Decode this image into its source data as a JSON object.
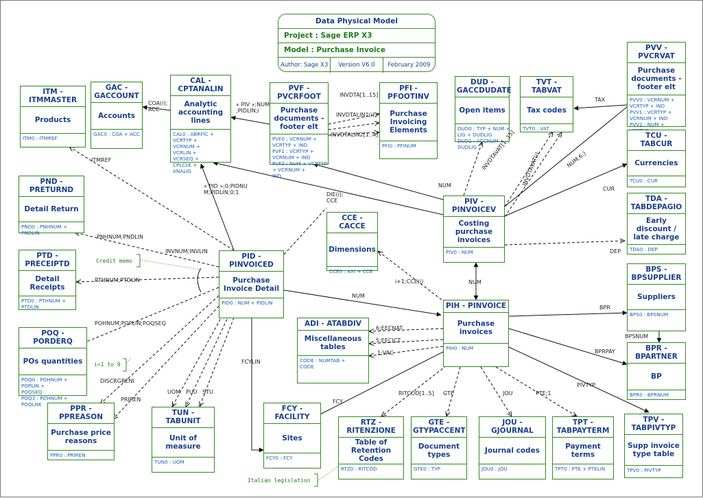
{
  "title": {
    "heading": "Data Physical Model",
    "project": "Project : Sage ERP X3",
    "model": "Model   : Purchase Invoice",
    "author": "Author: Sage X3",
    "version": "Version V6.0",
    "date": "February 2009"
  },
  "entities": {
    "itm": {
      "title": "ITM - ITMMASTER",
      "desc": "Products",
      "keys": [
        "ITM0 : ITMREF"
      ]
    },
    "gac": {
      "title": "GAC - GACCOUNT",
      "desc": "Accounts",
      "keys": [
        "GAC0 : COA + ACC"
      ]
    },
    "cal": {
      "title": "CAL - CPTANALIN",
      "desc": "Analytic accounting lines",
      "keys": [
        "CAL0 : ABRFIC +",
        "VCRTYP +",
        "VCRNUM +",
        "VCRLIN +",
        "VCRSEQ +",
        "CPLCLE +",
        "ANALIG"
      ]
    },
    "pvf": {
      "title": "PVF - PVCRFOOT",
      "desc": "Purchase documents - footer elt",
      "keys": [
        "PVF0 : VCRNUM +",
        "VCRTYP + IND",
        "PVF1 : VCRTYP +",
        "VCRNUM + IND",
        "PVF2 : NUM + VCRTYP",
        "+ VCRNUM +",
        "IND"
      ]
    },
    "pfi": {
      "title": "PFI - PFOOTINV",
      "desc": "Purchase Invoicing Elements",
      "keys": [
        "PFI0 : PFINUM"
      ]
    },
    "dud": {
      "title": "DUD - GACCDUDATE",
      "desc": "Open items",
      "keys": [
        "DUD0 : TYP + NUM +",
        "LIG + DUDLIG",
        "DUD1 : ACCNUM +",
        "DUDLIG"
      ]
    },
    "tvt": {
      "title": "TVT - TABVAT",
      "desc": "Tax codes",
      "keys": [
        "TVT0 : VAT"
      ]
    },
    "pvv": {
      "title": "PVV - PVCRVAT",
      "desc": "Purchase documents - footer elt",
      "keys": [
        "PVV0 : VCRNUM +",
        "VCRTYP + IND",
        "PVV1 : VCRTYP +",
        "VCRNUM + IND",
        "PVV2 : NUM +",
        "VCRTYP +",
        "VCRNUM + IND"
      ]
    },
    "tcu": {
      "title": "TCU - TABCUR",
      "desc": "Currencies",
      "keys": [
        "TCU0 : CUR"
      ]
    },
    "pnd": {
      "title": "PND - PRETURND",
      "desc": "Detail Return",
      "keys": [
        "PND0 : PNHNUM +",
        "PNDLIN"
      ]
    },
    "ptd": {
      "title": "PTD - PRECEIPTD",
      "desc": "Detail Receipts",
      "keys": [
        "PTD0 : PTHNUM +",
        "PTDLIN"
      ]
    },
    "poq": {
      "title": "POQ - PORDERQ",
      "desc": "POs quantities",
      "keys": [
        "POQ0 : POHNUM +",
        "POPLIN +",
        "POQSEQ",
        "POQ3 : POHNUM +",
        "POQLNK"
      ]
    },
    "ppr": {
      "title": "PPR - PPREASON",
      "desc": "Purchase price reasons",
      "keys": [
        "PPR0 : PRIREN"
      ]
    },
    "tun": {
      "title": "TUN - TABUNIT",
      "desc": "Unit of measure",
      "keys": [
        "TUN0 : UOM"
      ]
    },
    "fcy": {
      "title": "FCY - FACILITY",
      "desc": "Sites",
      "keys": [
        "FCY0 : FCY"
      ]
    },
    "rtz": {
      "title": "RTZ - RITENZIONE",
      "desc": "Table of Retention Codes",
      "keys": [
        "RTZ0 : RITCOD"
      ]
    },
    "gte": {
      "title": "GTE - GTYPACCENT",
      "desc": "Document types",
      "keys": [
        "GTE0 : TYP"
      ]
    },
    "jou": {
      "title": "JOU - GJOURNAL",
      "desc": "Journal codes",
      "keys": [
        "JOU0 : JOU"
      ]
    },
    "tpt": {
      "title": "TPT - TABPAYTERM",
      "desc": "Payment terms",
      "keys": [
        "TPT0 : PTE + PTELIN"
      ]
    },
    "tpv": {
      "title": "TPV - TABPIVTYP",
      "desc": "Supp invoice type table",
      "keys": [
        "TPV0 : PIVTYP"
      ]
    },
    "pid": {
      "title": "PID - PINVOICED",
      "desc": "Purchase Invoice Detail",
      "keys": [
        "PID0 : NUM + PIDLIN"
      ]
    },
    "cce": {
      "title": "CCE - CACCE",
      "desc": "Dimensions",
      "keys": [
        "CCE0 : AXI + CCE"
      ]
    },
    "piv": {
      "title": "PIV - PINVOICEV",
      "desc": "Costing purchase invoices",
      "keys": [
        "PIV0 : NUM"
      ]
    },
    "pih": {
      "title": "PIH - PINVOICE",
      "desc": "Purchase invoices",
      "keys": [
        "PIH0 : NUM"
      ]
    },
    "adi": {
      "title": "ADI - ATABDIV",
      "desc": "Miscellaneous tables",
      "keys": [
        "CODE : NUMTAB +",
        "CODE"
      ]
    },
    "tda": {
      "title": "TDA - TABDEPAGIO",
      "desc": "Early discount / late charge",
      "keys": [
        "TDA0 : DEP"
      ]
    },
    "bps": {
      "title": "BPS - BPSUPPLIER",
      "desc": "Suppliers",
      "keys": [
        "BPS0 : BPSNUM"
      ]
    },
    "bpr": {
      "title": "BPR - BPARTNER",
      "desc": "BP",
      "keys": [
        "BPR0 : BPRNUM"
      ]
    }
  },
  "relations": {
    "coa_acc": "COA(i);\nACC",
    "piv_num": "« PIV »;NUM\n;PIDLIN;i",
    "invdta": "INVDTA[1..15]",
    "invdtalin1": "INVDTALIN1(i)",
    "invdtalin2": "INVDTALIN2[1..4]",
    "tax": "TAX",
    "itmref": "ITMREF",
    "pid_num": "« PID »;0;PIDNU\nM;PIDLIN;0;1",
    "die_cce": "DIE(i);\nCCE",
    "num_dud": "NUM",
    "invdtavat": "INVDTAVAT[1..15]",
    "invdtavat_i": "INVDTAVAT(i)",
    "num_6": "NUM;6;)",
    "cur": "CUR",
    "dep": "DEP",
    "pnhnum": "PNHNUM;PNDLIN",
    "invnum": "INVNUM;INVLIN",
    "pthnum": "PTHNUM;PTDLIN",
    "pohnum": "POHNUM;POPLIN;POQSEQ",
    "discrgreni": "DISCRGRENI",
    "priren": "PRIREN",
    "uom": "UOM",
    "puu": "PUU",
    "stu": "STU",
    "fcylin": "FCYLIN",
    "fcy": "FCY",
    "num_pih": "NUM",
    "num_pivpih": "NUM",
    "i1cce": "i+1;CCE(i)",
    "eecnat": "6;EECNAT",
    "eecict": "5;EECICT",
    "vac": "1;VAC",
    "ritcod": "RITCOD[1..5]",
    "gte": "GTE",
    "jou": "JOU",
    "pte": "PTE;1",
    "pivtyp": "PIVTYP",
    "bpr": "BPR",
    "bpsnum": "BPSNUM",
    "bprpay": "BPRPAY"
  },
  "notes": {
    "credit_memo": "Credit memo",
    "i_range": "i=1 to 9",
    "italian": "Italian legislation"
  }
}
